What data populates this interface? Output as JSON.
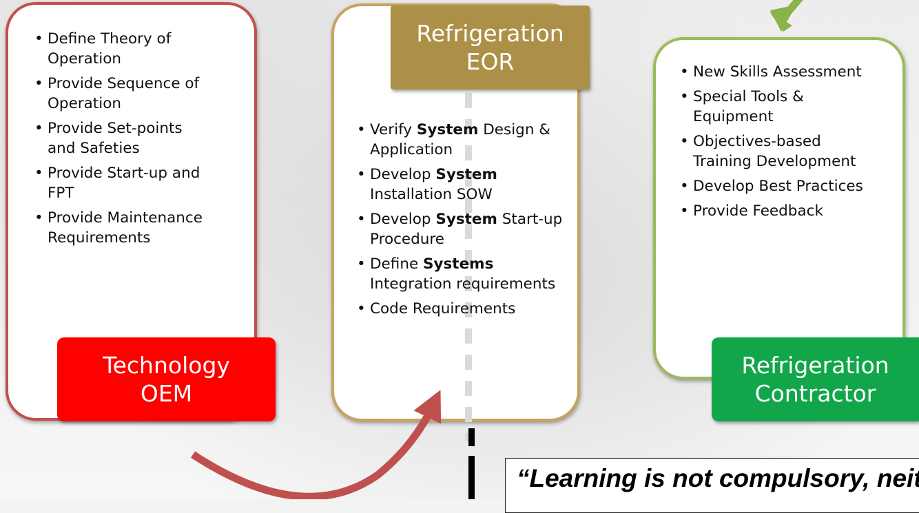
{
  "technology_oem": {
    "label_line1": "Technology",
    "label_line2": "OEM",
    "items": [
      "Define Theory of Operation",
      "Provide Sequence of Operation",
      "Provide Set-points and Safeties",
      "Provide Start-up and FPT",
      "Provide Maintenance Requirements"
    ]
  },
  "refrigeration_eor": {
    "label_line1": "Refrigeration",
    "label_line2": "EOR",
    "items": [
      {
        "pre": "Verify ",
        "bold": "System",
        "post": " Design & Application"
      },
      {
        "pre": "Develop ",
        "bold": "System",
        "post": " Installation SOW"
      },
      {
        "pre": "Develop ",
        "bold": "System",
        "post": " Start-up Procedure"
      },
      {
        "pre": "Define ",
        "bold": "Systems",
        "post": " Integration requirements"
      },
      {
        "pre": "Code Requirements",
        "bold": "",
        "post": ""
      }
    ]
  },
  "refrigeration_contractor": {
    "label_line1": "Refrigeration",
    "label_line2": "Contractor",
    "items": [
      "New Skills Assessment",
      "Special Tools & Equipment",
      "Objectives-based Training Development",
      "Develop Best Practices",
      "Provide Feedback"
    ]
  },
  "quote": {
    "text": "“Learning is not compulsory, neit"
  },
  "colors": {
    "oem_border": "#c0504d",
    "oem_label": "#ff0000",
    "eor_border": "#c7a45c",
    "eor_label": "#ad9047",
    "contractor_border": "#9bbb59",
    "contractor_label": "#12a64a",
    "curved_arrow": "#c0504d",
    "green_arrow": "#8ab34a"
  }
}
